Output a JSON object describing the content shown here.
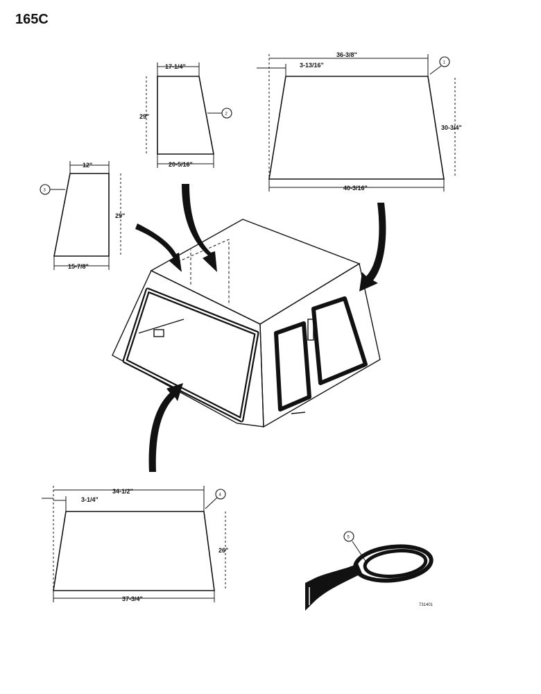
{
  "page_number": "165C",
  "drawing_number": "731401",
  "parts": [
    {
      "id": "1",
      "top": "36-3/8\"",
      "offset": "3-13/16\"",
      "height": "30-3/4\"",
      "bottom": "40-3/16\""
    },
    {
      "id": "2",
      "top": "17-1/4\"",
      "height": "29\"",
      "bottom": "20-5/16\""
    },
    {
      "id": "3",
      "top": "12\"",
      "height": "29\"",
      "bottom": "15-7/8\""
    },
    {
      "id": "4",
      "top": "34-1/2\"",
      "offset": "3-1/4\"",
      "height": "26\"",
      "bottom": "37-3/4\""
    },
    {
      "id": "5"
    }
  ]
}
